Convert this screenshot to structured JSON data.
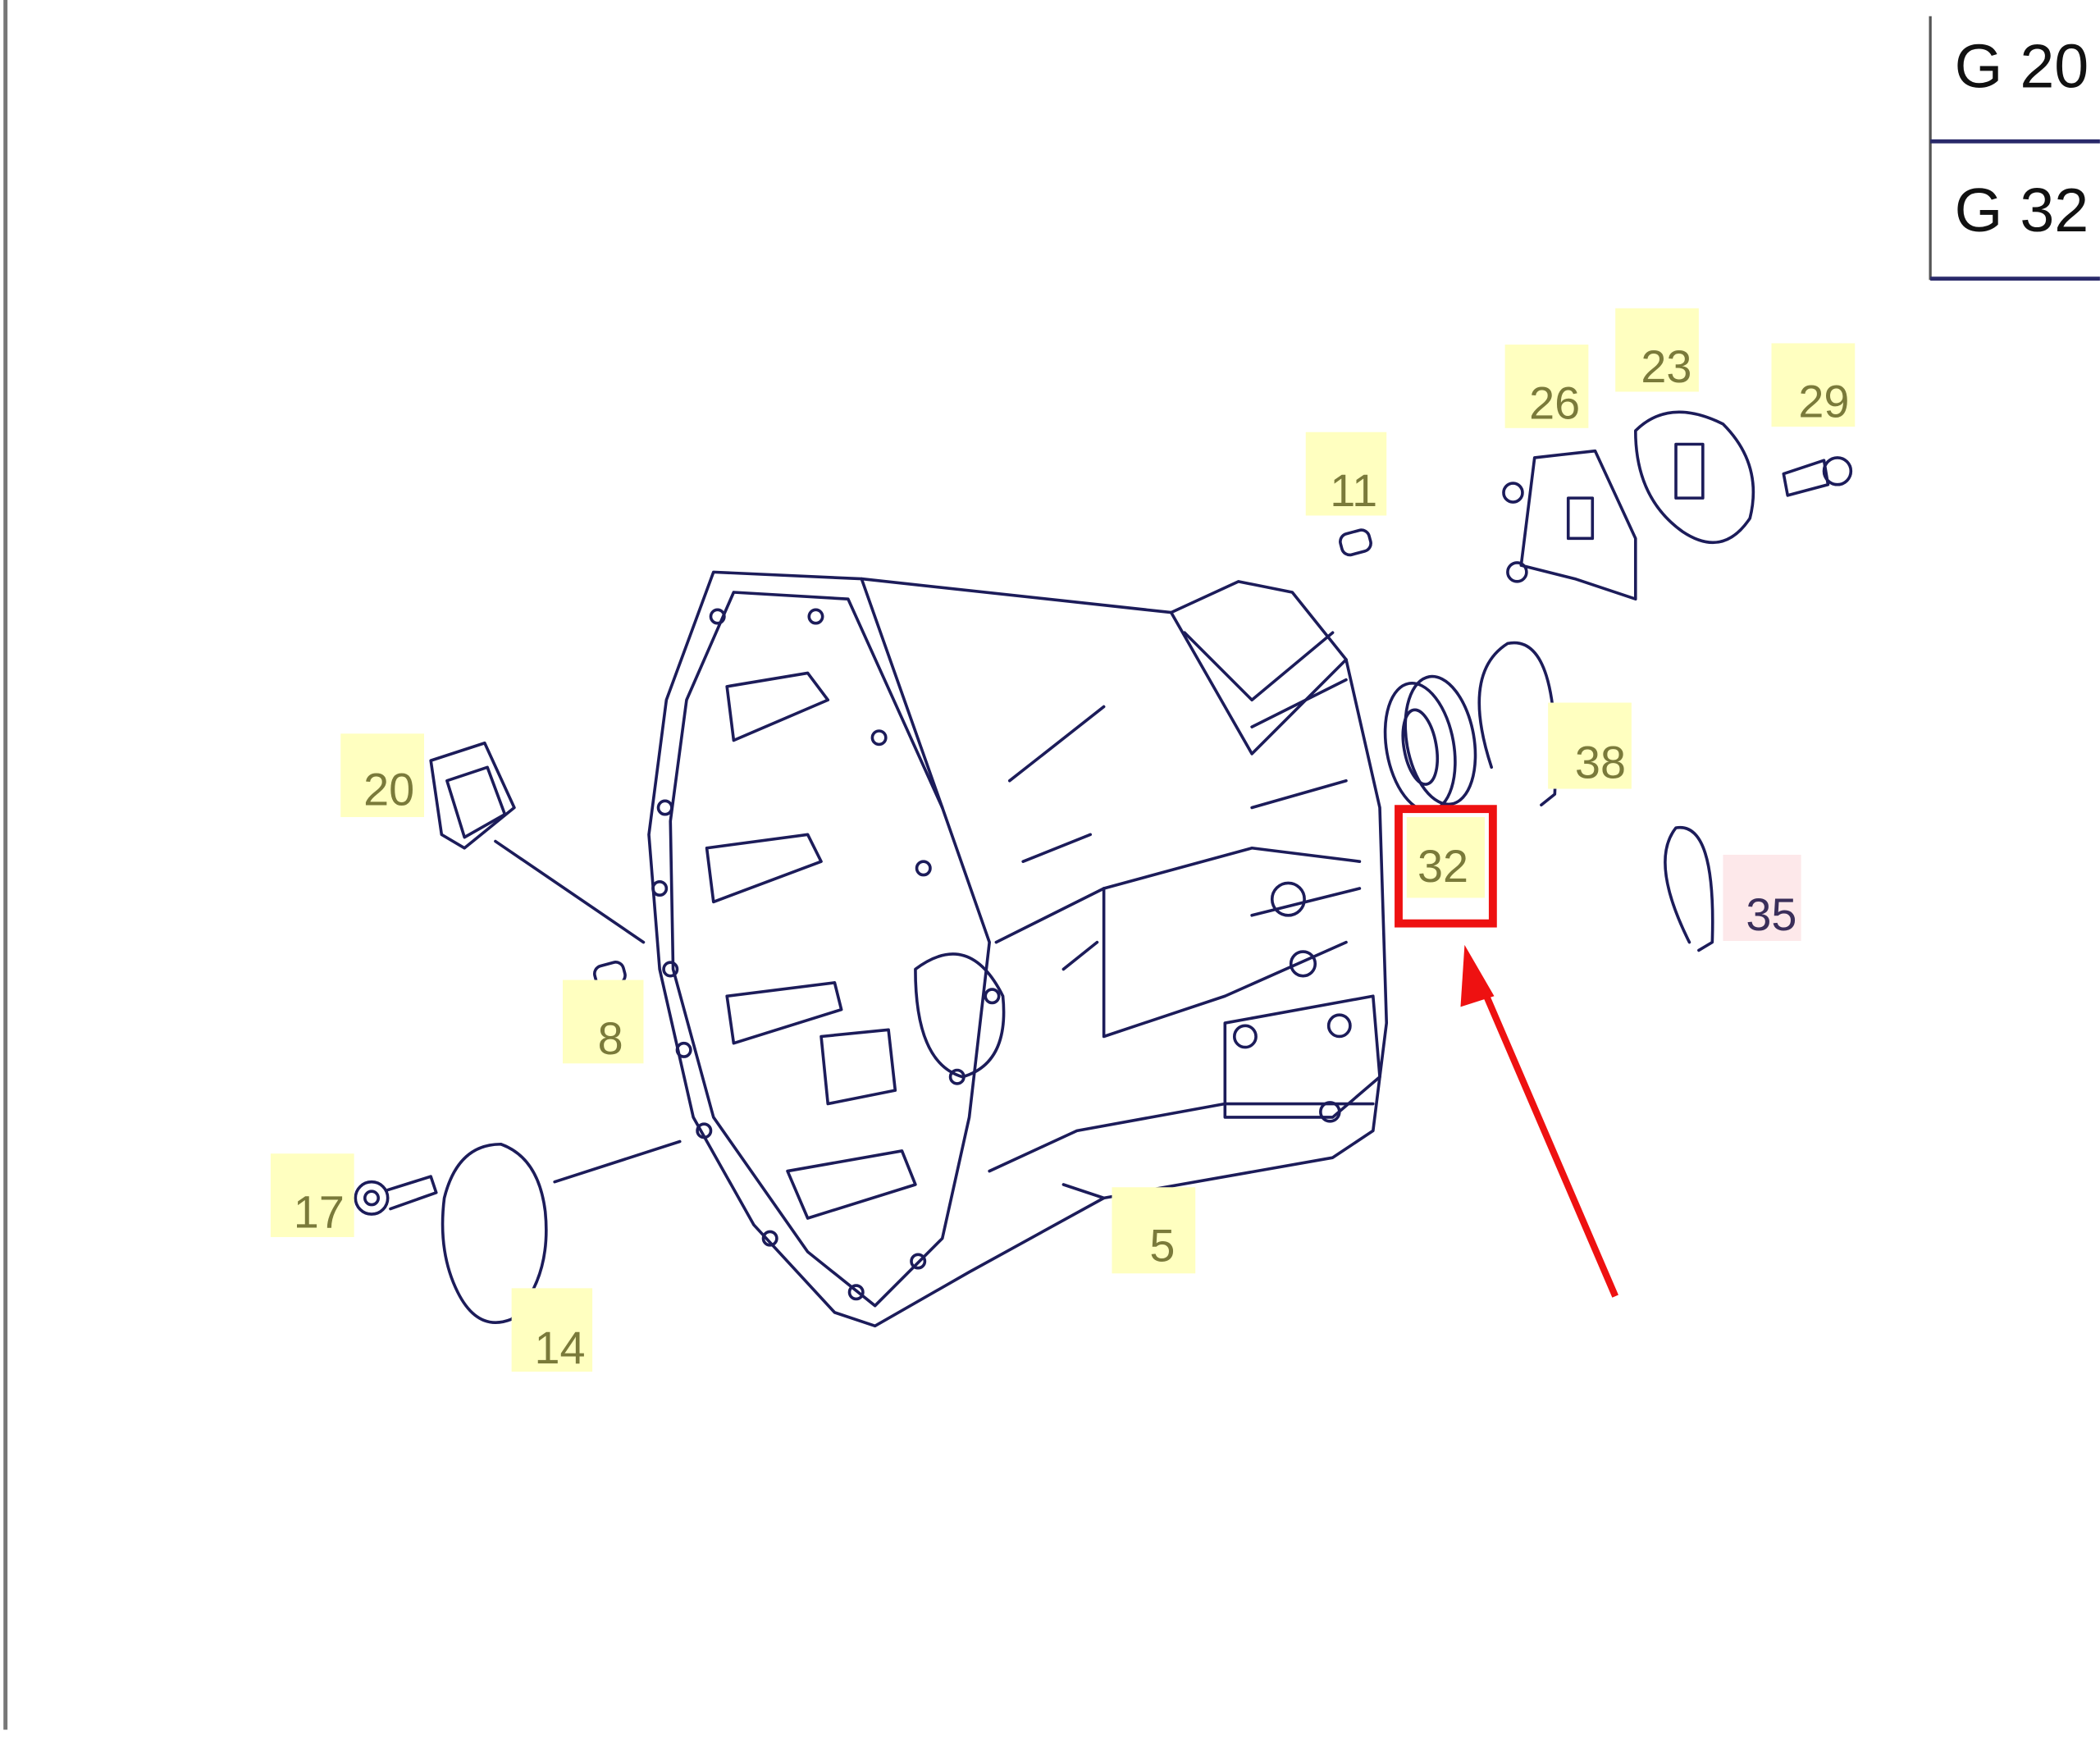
{
  "reference_table": {
    "rows": [
      "G 20",
      "G 32"
    ]
  },
  "part_labels": {
    "p5": "5",
    "p8": "8",
    "p11": "11",
    "p14": "14",
    "p17": "17",
    "p20": "20",
    "p23": "23",
    "p26": "26",
    "p29": "29",
    "p32": "32",
    "p35": "35",
    "p38": "38"
  },
  "colors": {
    "label_highlight": "#ffffc0",
    "label_highlight_alt": "#fde8ea",
    "line": "#1c1c5a",
    "annotation": "#ee1111"
  },
  "annotation": {
    "highlighted_part": "32"
  }
}
